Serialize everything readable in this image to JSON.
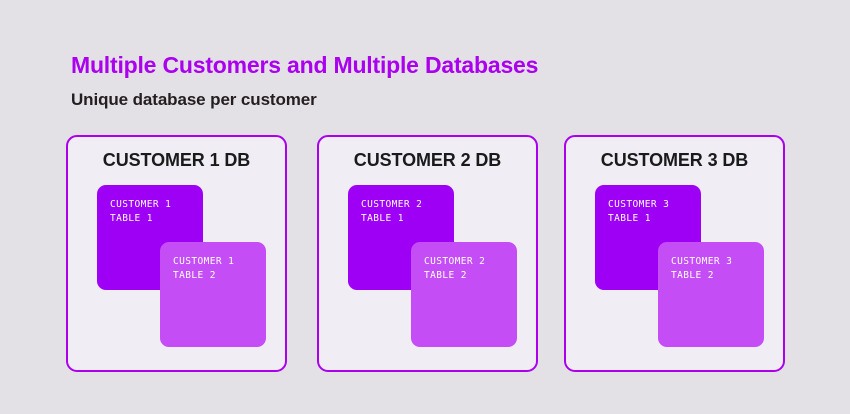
{
  "page": {
    "title": "Multiple Customers and Multiple Databases",
    "subtitle": "Unique database per customer",
    "background_color": "#e3e1e6"
  },
  "colors": {
    "title_purple": "#aa00ee",
    "subtitle_dark": "#231f20",
    "card_border": "#aa00ee",
    "card_fill": "#f0edf5",
    "table_back": "#9d00f5",
    "table_front": "#c44df5",
    "table_text": "#ffffff",
    "card_heading": "#1a1a1a"
  },
  "cards": [
    {
      "title": "CUSTOMER 1 DB",
      "tables": [
        {
          "line1": "CUSTOMER 1",
          "line2": "TABLE 1",
          "label": "CUSTOMER 1\nTABLE 1",
          "layer": "back"
        },
        {
          "line1": "CUSTOMER 1",
          "line2": "TABLE 2",
          "label": "CUSTOMER 1\nTABLE 2",
          "layer": "front"
        }
      ]
    },
    {
      "title": "CUSTOMER 2 DB",
      "tables": [
        {
          "line1": "CUSTOMER 2",
          "line2": "TABLE 1",
          "label": "CUSTOMER 2\nTABLE 1",
          "layer": "back"
        },
        {
          "line1": "CUSTOMER 2",
          "line2": "TABLE 2",
          "label": "CUSTOMER 2\nTABLE 2",
          "layer": "front"
        }
      ]
    },
    {
      "title": "CUSTOMER 3 DB",
      "tables": [
        {
          "line1": "CUSTOMER 3",
          "line2": "TABLE 1",
          "label": "CUSTOMER 3\nTABLE 1",
          "layer": "back"
        },
        {
          "line1": "CUSTOMER 3",
          "line2": "TABLE 2",
          "label": "CUSTOMER 3\nTABLE 2",
          "layer": "front"
        }
      ]
    }
  ]
}
